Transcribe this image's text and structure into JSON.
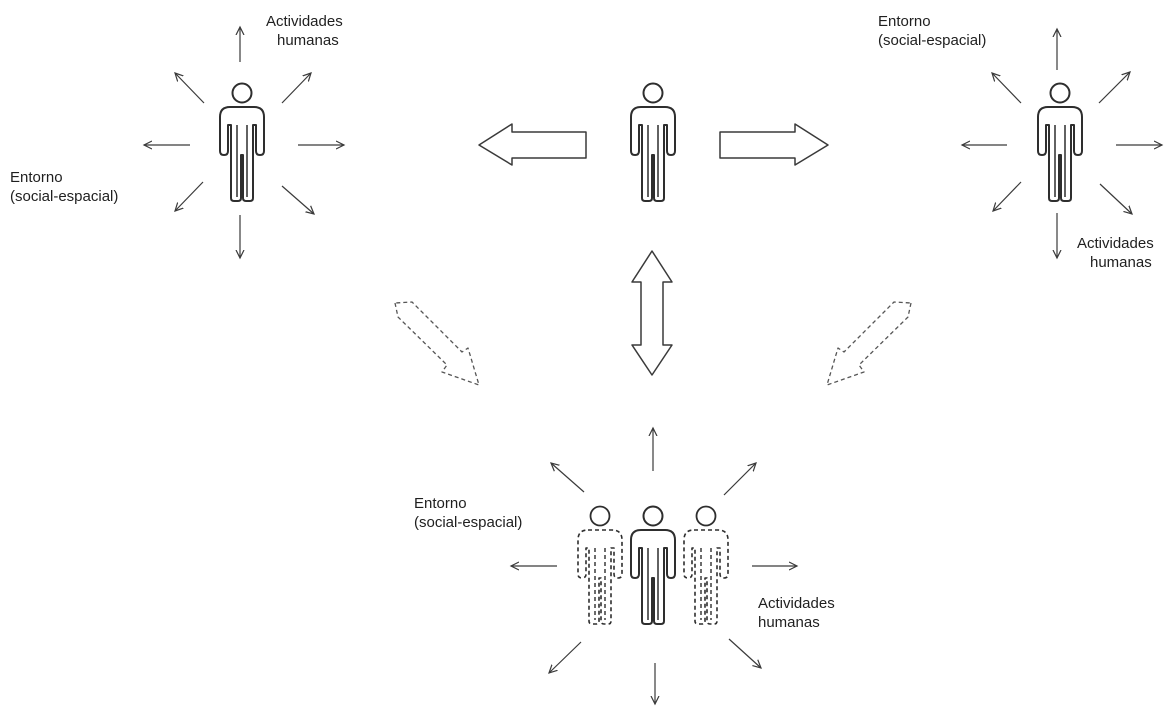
{
  "diagram": {
    "left_group": {
      "activities_label_line1": "Actividades",
      "activities_label_line2": "humanas",
      "environment_label_line1": "Entorno",
      "environment_label_line2": "(social-espacial)"
    },
    "right_group": {
      "environment_label_line1": "Entorno",
      "environment_label_line2": "(social-espacial)",
      "activities_label_line1": "Actividades",
      "activities_label_line2": "humanas"
    },
    "bottom_group": {
      "environment_label_line1": "Entorno",
      "environment_label_line2": "(social-espacial)",
      "activities_label_line1": "Actividades",
      "activities_label_line2": "humanas"
    },
    "colors": {
      "stroke": "#3a3a3a",
      "dashed_stroke": "#555555",
      "text": "#1f1f1f"
    }
  }
}
